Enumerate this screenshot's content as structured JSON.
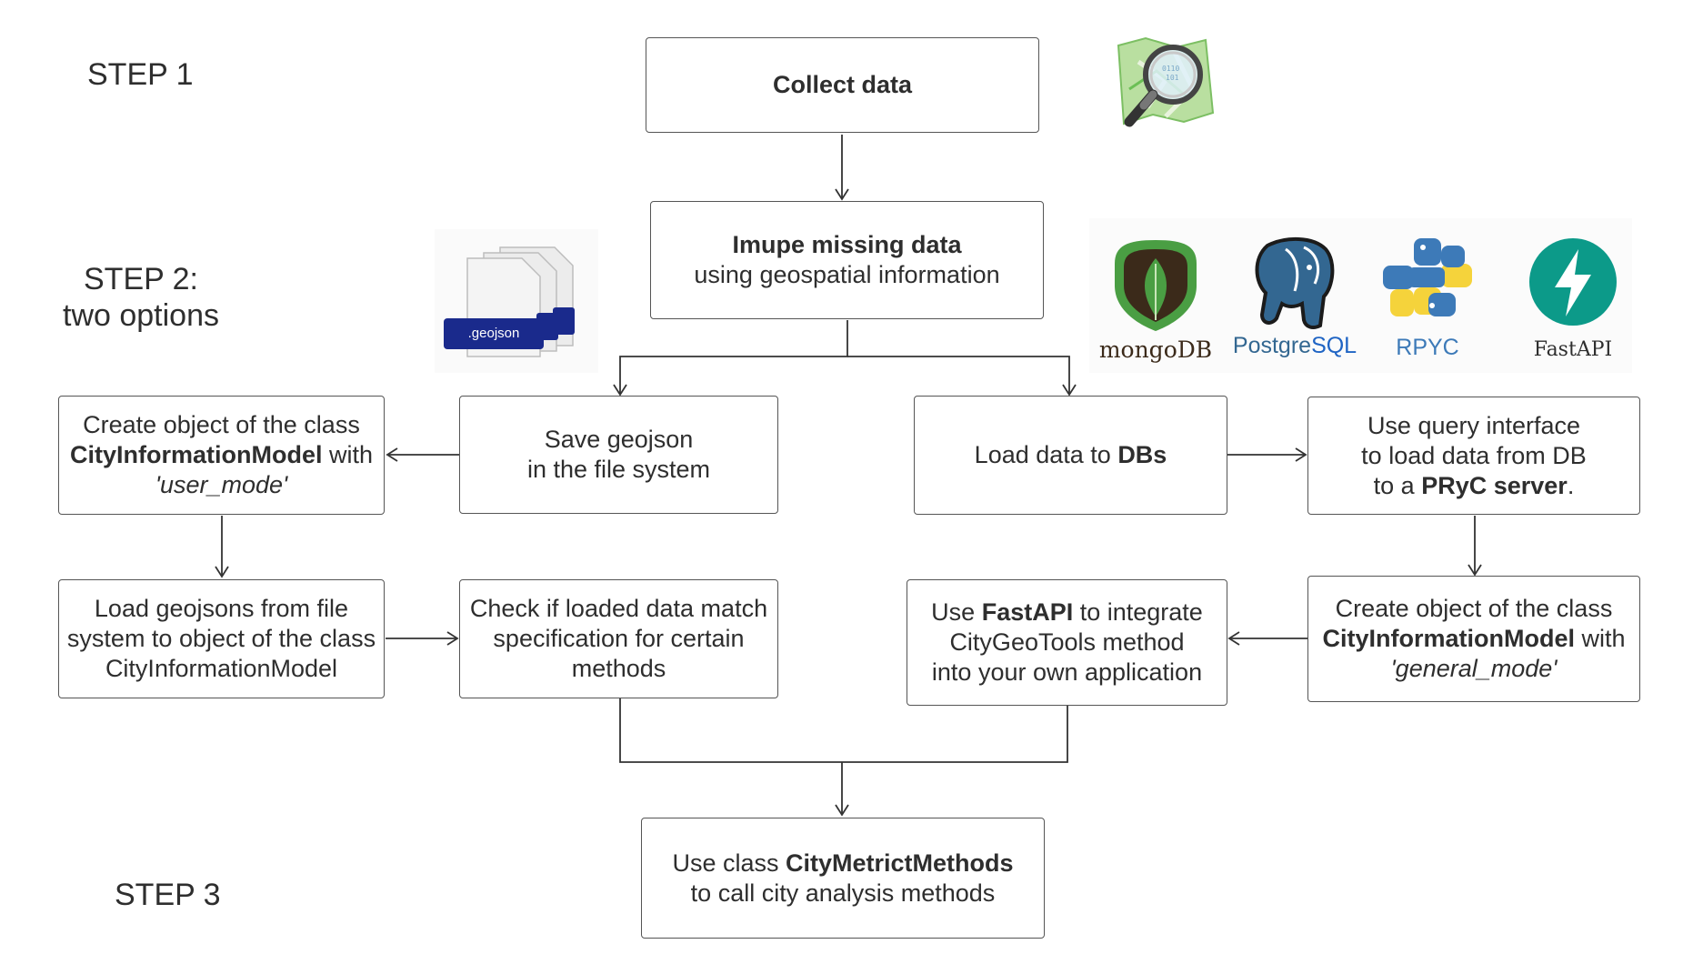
{
  "steps": {
    "step1": "STEP 1",
    "step2_line1": "STEP 2:",
    "step2_line2": "two options",
    "step3": "STEP 3"
  },
  "boxes": {
    "collect": {
      "b": "Collect data"
    },
    "impute": {
      "b": "Imupe missing data",
      "t": "using geospatial information"
    },
    "save": {
      "l1": "Save geojson",
      "l2": "in the file system"
    },
    "create_user": {
      "l1": "Create object of the class",
      "b": "CityInformationModel",
      "l2b": " with",
      "i": "'user_mode'"
    },
    "load_geojsons": {
      "l1": "Load geojsons from file",
      "l2": "system to object of the class",
      "l3": "CityInformationModel"
    },
    "check": {
      "l1": "Check if loaded data match",
      "l2": "specification for certain",
      "l3": "methods"
    },
    "load_dbs": {
      "t": "Load data to ",
      "b": "DBs"
    },
    "query": {
      "l1": "Use query interface",
      "l2": "to load data from DB",
      "l3a": "to a ",
      "b": "PRyC server",
      "l3c": "."
    },
    "fastapi": {
      "a": "Use ",
      "b": "FastAPI",
      "c": " to integrate",
      "l2": "CityGeoTools method",
      "l3": "into your own application"
    },
    "create_general": {
      "l1": "Create object of the class",
      "b": "CityInformationModel",
      "l2b": " with",
      "i": "'general_mode'"
    },
    "metrics": {
      "a": "Use class ",
      "b": "CityMetrictMethods",
      "l2": "to call city analysis methods"
    }
  },
  "logos": {
    "geojson": ".geojson",
    "mongodb": "mongoDB",
    "postgresql_a": "Postgre",
    "postgresql_b": "SQL",
    "rpyc": "RPYC",
    "fastapi": "FastAPI"
  },
  "colors": {
    "mongo_green": "#4a9e43",
    "mongo_dark": "#3b2a1a",
    "postgres_blue": "#336791",
    "python_blue": "#3d7ab8",
    "python_yellow": "#f5d33b",
    "fastapi_teal": "#0c9a89",
    "geojson_navy": "#1a2a8c"
  }
}
